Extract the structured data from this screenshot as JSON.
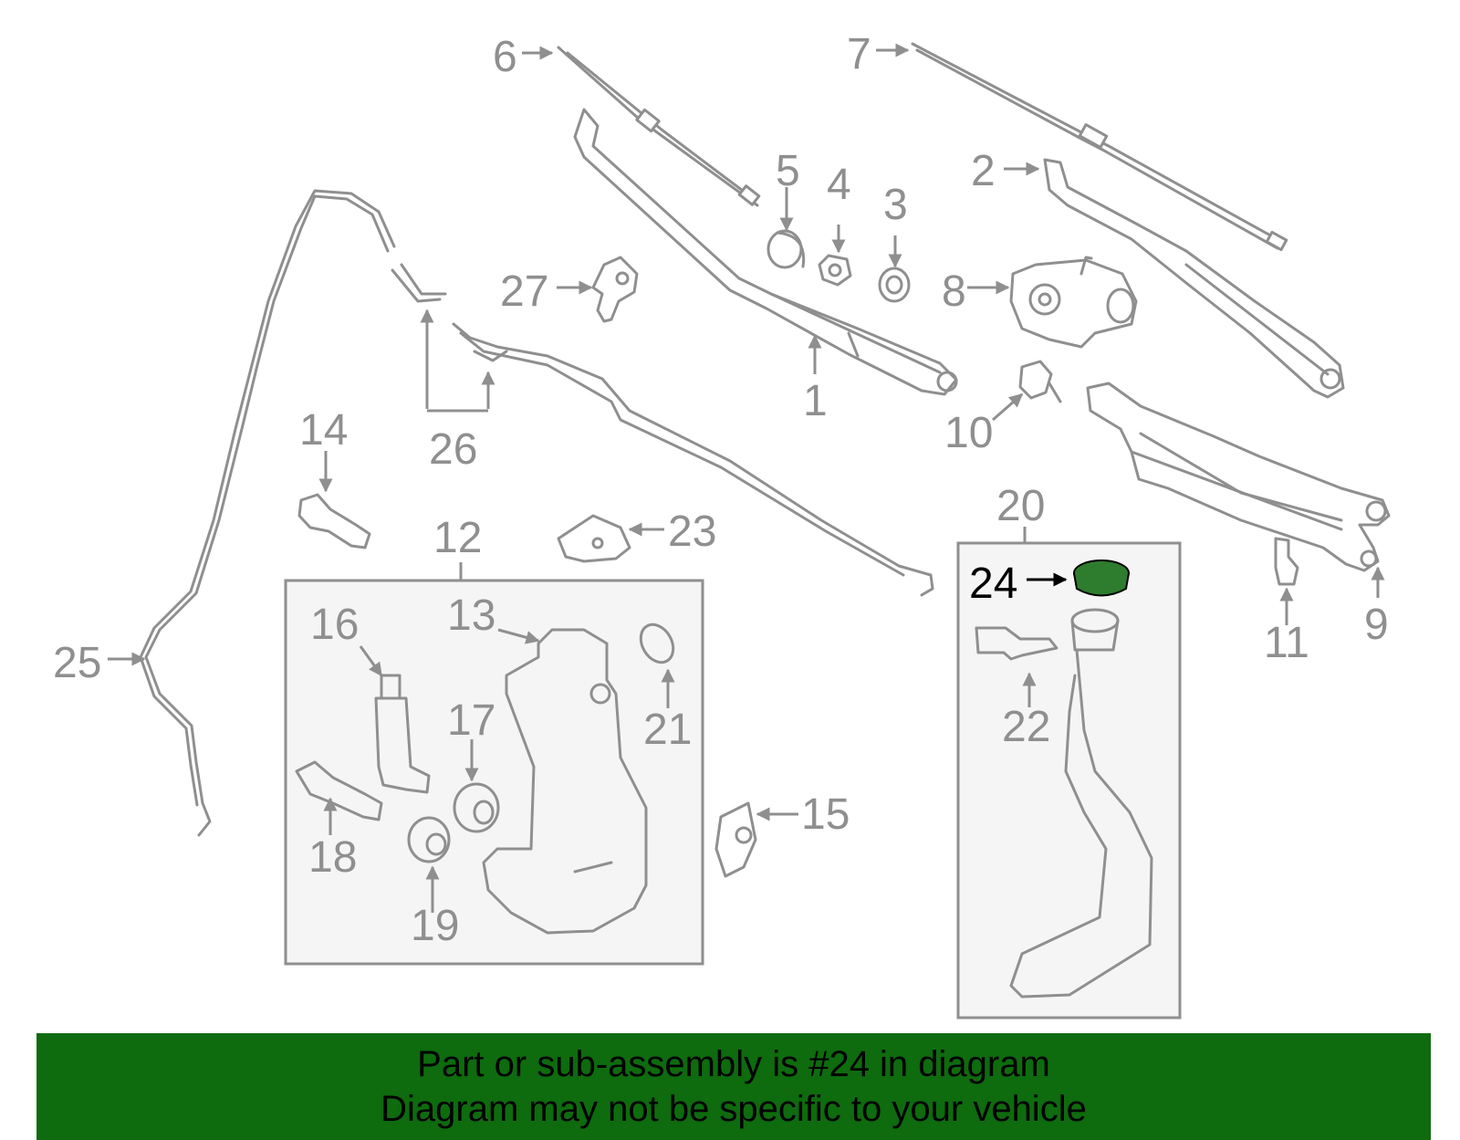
{
  "callouts": {
    "c1": "1",
    "c2": "2",
    "c3": "3",
    "c4": "4",
    "c5": "5",
    "c6": "6",
    "c7": "7",
    "c8": "8",
    "c9": "9",
    "c10": "10",
    "c11": "11",
    "c12": "12",
    "c13": "13",
    "c14": "14",
    "c15": "15",
    "c16": "16",
    "c17": "17",
    "c18": "18",
    "c19": "19",
    "c20": "20",
    "c21": "21",
    "c22": "22",
    "c23": "23",
    "c24": "24",
    "c25": "25",
    "c26": "26",
    "c27": "27"
  },
  "highlight": {
    "part_number": "24",
    "color": "#2e7d2e"
  },
  "banner": {
    "line1": "Part or sub-assembly is #24 in diagram",
    "line2": "Diagram may not be specific to your vehicle",
    "background": "#0e6b0e"
  }
}
